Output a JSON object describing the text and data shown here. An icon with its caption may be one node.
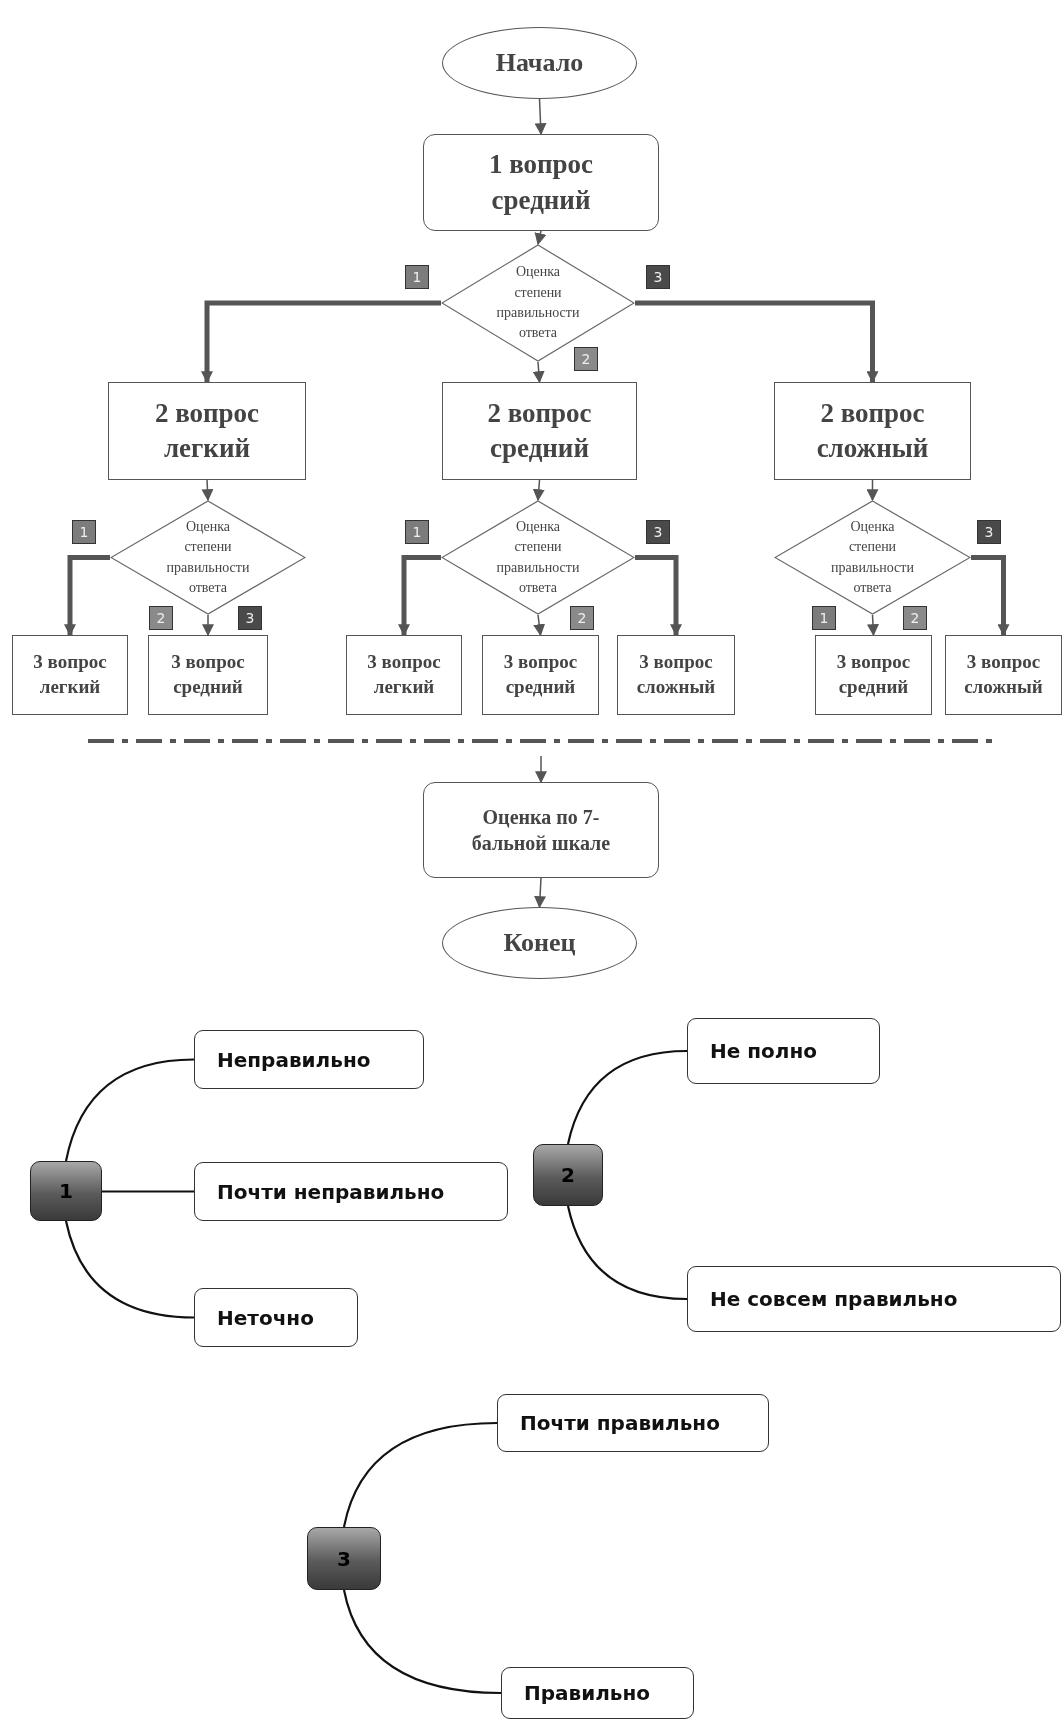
{
  "diagram": {
    "nodes": [
      {
        "text": [
          "Начало"
        ]
      },
      {
        "text": [
          "1 вопрос средний"
        ]
      },
      {
        "text": [
          "Оценка степени правильности ответа"
        ]
      },
      {
        "text": [
          "2 вопрос легкий"
        ]
      },
      {
        "text": [
          "2 вопрос средний"
        ]
      },
      {
        "text": [
          "2 вопрос сложный"
        ]
      },
      {
        "text": [
          "Оценка степени правильности ответа"
        ]
      },
      {
        "text": [
          "Оценка степени правильности ответа"
        ]
      },
      {
        "text": [
          "Оценка степени правильности ответа"
        ]
      },
      {
        "text": [
          "3 вопрос легкий"
        ]
      },
      {
        "text": [
          "3 вопрос средний"
        ]
      },
      {
        "text": [
          "3 вопрос легкий"
        ]
      },
      {
        "text": [
          "3 вопрос средний"
        ]
      },
      {
        "text": [
          "3 вопрос сложный"
        ]
      },
      {
        "text": [
          "3 вопрос средний"
        ]
      },
      {
        "text": [
          "3 вопрос сложный"
        ]
      },
      {
        "text": [
          "Оценка по 7-бальной шкале"
        ]
      },
      {
        "text": [
          "Конец"
        ]
      },
      {
        "text": [
          "1"
        ]
      },
      {
        "text": [
          "Неправильно"
        ]
      },
      {
        "text": [
          "Почти неправильно"
        ]
      },
      {
        "text": [
          "Неточно"
        ]
      },
      {
        "text": [
          "2"
        ]
      },
      {
        "text": [
          "Не полно"
        ]
      },
      {
        "text": [
          "Не совсем правильно"
        ]
      },
      {
        "text": [
          "3"
        ]
      },
      {
        "text": [
          "Почти правильно"
        ]
      },
      {
        "text": [
          "Правильно"
        ]
      }
    ],
    "edges": [
      {
        "from": 0,
        "to": 1,
        "arrow": "to"
      },
      {
        "from": 1,
        "to": 2,
        "arrow": "to"
      },
      {
        "from": 2,
        "to": 3,
        "arrow": "to",
        "style": "thick"
      },
      {
        "from": 2,
        "to": 4,
        "arrow": "to"
      },
      {
        "from": 2,
        "to": 5,
        "arrow": "to",
        "style": "thick"
      },
      {
        "from": 3,
        "to": 6,
        "arrow": "to"
      },
      {
        "from": 4,
        "to": 7,
        "arrow": "to"
      },
      {
        "from": 5,
        "to": 8,
        "arrow": "to"
      },
      {
        "from": 6,
        "to": 9,
        "arrow": "to",
        "style": "thick"
      },
      {
        "from": 6,
        "to": 10,
        "arrow": "to"
      },
      {
        "from": 7,
        "to": 11,
        "arrow": "to",
        "style": "thick"
      },
      {
        "from": 7,
        "to": 12,
        "arrow": "to"
      },
      {
        "from": 7,
        "to": 13,
        "arrow": "to",
        "style": "thick"
      },
      {
        "from": 8,
        "to": 14,
        "arrow": "to"
      },
      {
        "from": 8,
        "to": 15,
        "arrow": "to",
        "style": "thick"
      },
      {
        "from": null,
        "to": 16,
        "arrow": "to"
      },
      {
        "from": 16,
        "to": 17,
        "arrow": "to"
      },
      {
        "from": 18,
        "to": 19,
        "arrow": "none"
      },
      {
        "from": 18,
        "to": 20,
        "arrow": "none"
      },
      {
        "from": 18,
        "to": 21,
        "arrow": "none"
      },
      {
        "from": 22,
        "to": 23,
        "arrow": "none"
      },
      {
        "from": 22,
        "to": 24,
        "arrow": "none"
      },
      {
        "from": 25,
        "to": 26,
        "arrow": "none"
      },
      {
        "from": 25,
        "to": 27,
        "arrow": "none"
      }
    ],
    "labels": [
      "1",
      "3",
      "2",
      "1",
      "1",
      "3",
      "3",
      "2",
      "3",
      "2",
      "1",
      "2"
    ]
  }
}
